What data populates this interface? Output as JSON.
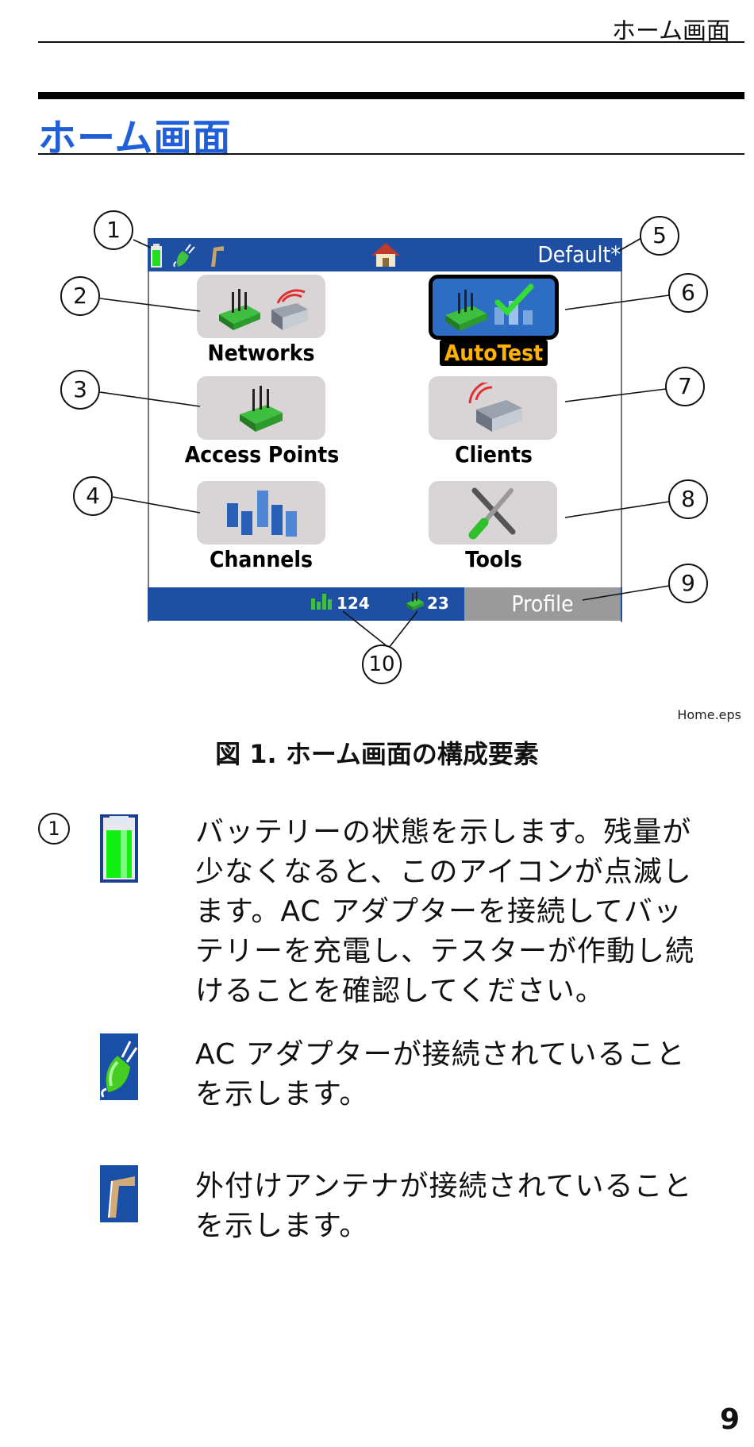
{
  "header": {
    "running_title": "ホーム画面",
    "section_title": "ホーム画面"
  },
  "screen": {
    "profile_name": "Default*",
    "tiles": [
      {
        "label": "Networks",
        "selected": false
      },
      {
        "label": "AutoTest",
        "selected": true
      },
      {
        "label": "Access Points",
        "selected": false
      },
      {
        "label": "Clients",
        "selected": false
      },
      {
        "label": "Channels",
        "selected": false
      },
      {
        "label": "Tools",
        "selected": false
      }
    ],
    "channel_count": "124",
    "ap_count": "23",
    "softkey_label": "Profile",
    "colors": {
      "bar_blue": "#1f4fa3",
      "tile_gray": "#d9d4d6",
      "selected_blue": "#2d6ec4",
      "selected_label": "#ffb000",
      "title_blue": "#1f5fd8"
    }
  },
  "callouts": [
    "1",
    "2",
    "3",
    "4",
    "5",
    "6",
    "7",
    "8",
    "9",
    "10"
  ],
  "figure": {
    "filename": "Home.eps",
    "caption": "図 1. ホーム画面の構成要素"
  },
  "descriptions": {
    "number": "1",
    "battery_text": "バッテリーの状態を示します。残量が少なくなると、このアイコンが点滅します。AC アダプターを接続してバッテリーを充電し、テスターが作動し続けることを確認してください。",
    "ac_text": "AC アダプターが接続されていることを示します。",
    "antenna_text": "外付けアンテナが接続されていることを示します。",
    "icons": [
      "battery-icon",
      "ac-adapter-icon",
      "external-antenna-icon"
    ]
  },
  "page_number": "9"
}
